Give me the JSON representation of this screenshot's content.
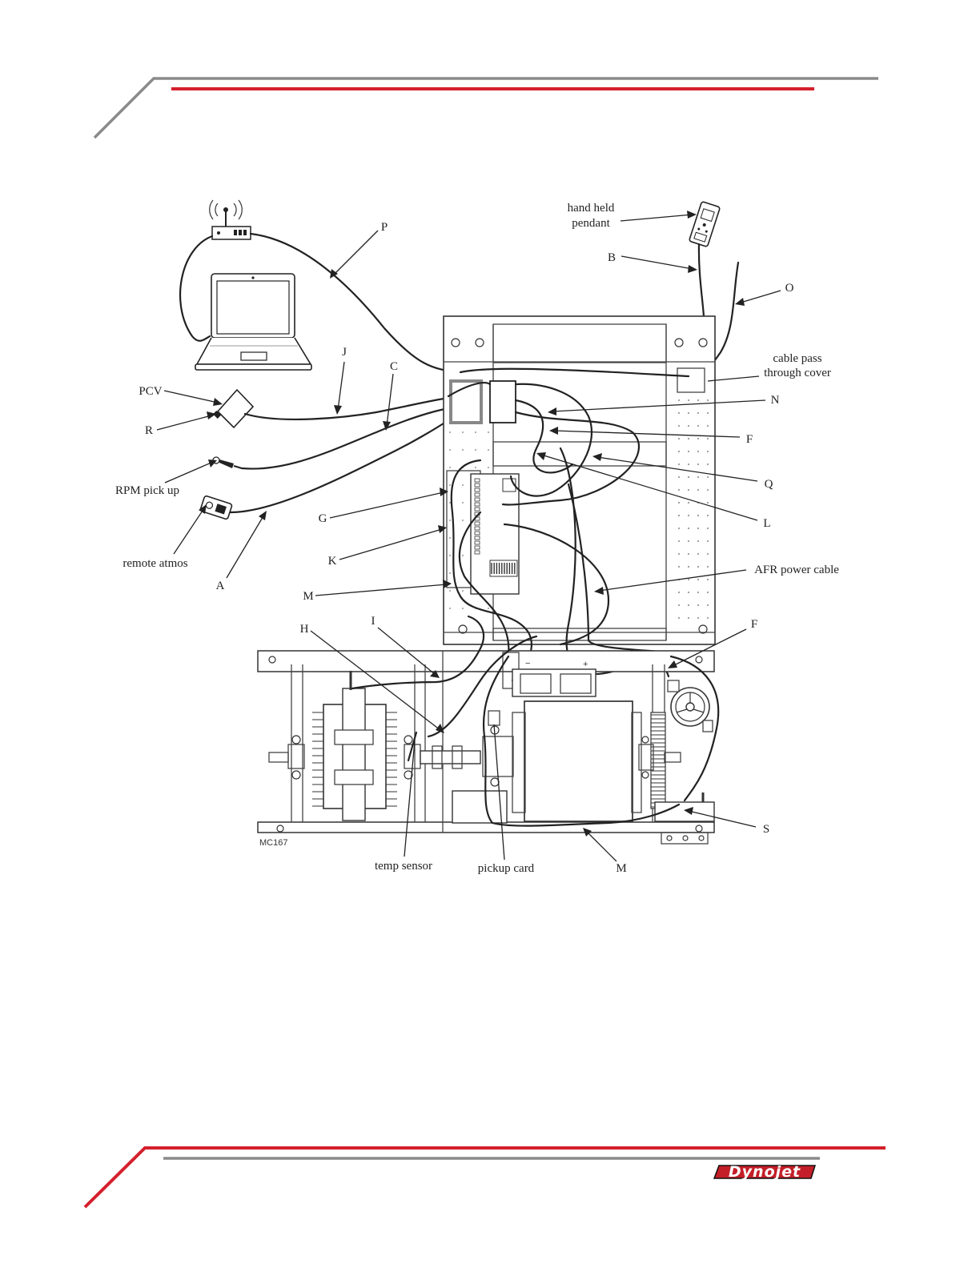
{
  "figure": {
    "code": "MC167",
    "labels": {
      "hand_held_pendant_1": "hand held",
      "hand_held_pendant_2": "pendant",
      "P": "P",
      "B": "B",
      "O": "O",
      "J": "J",
      "C": "C",
      "cable_pass_1": "cable pass",
      "cable_pass_2": "through cover",
      "N": "N",
      "F_upper": "F",
      "PCV": "PCV",
      "R": "R",
      "Q": "Q",
      "L": "L",
      "RPM": "RPM pick up",
      "G": "G",
      "K": "K",
      "remote_atmos": "remote atmos",
      "A": "A",
      "M_left": "M",
      "AFR": "AFR power cable",
      "H": "H",
      "I": "I",
      "F_lower": "F",
      "S": "S",
      "temp_sensor": "temp sensor",
      "pickup_card": "pickup card",
      "M_bottom": "M"
    },
    "terminals": {
      "minus": "−",
      "plus": "+"
    }
  },
  "footer": {
    "brand": "Dynojet"
  },
  "colors": {
    "accent_red": "#d4202c",
    "rule_gray": "#8a8a8a"
  }
}
